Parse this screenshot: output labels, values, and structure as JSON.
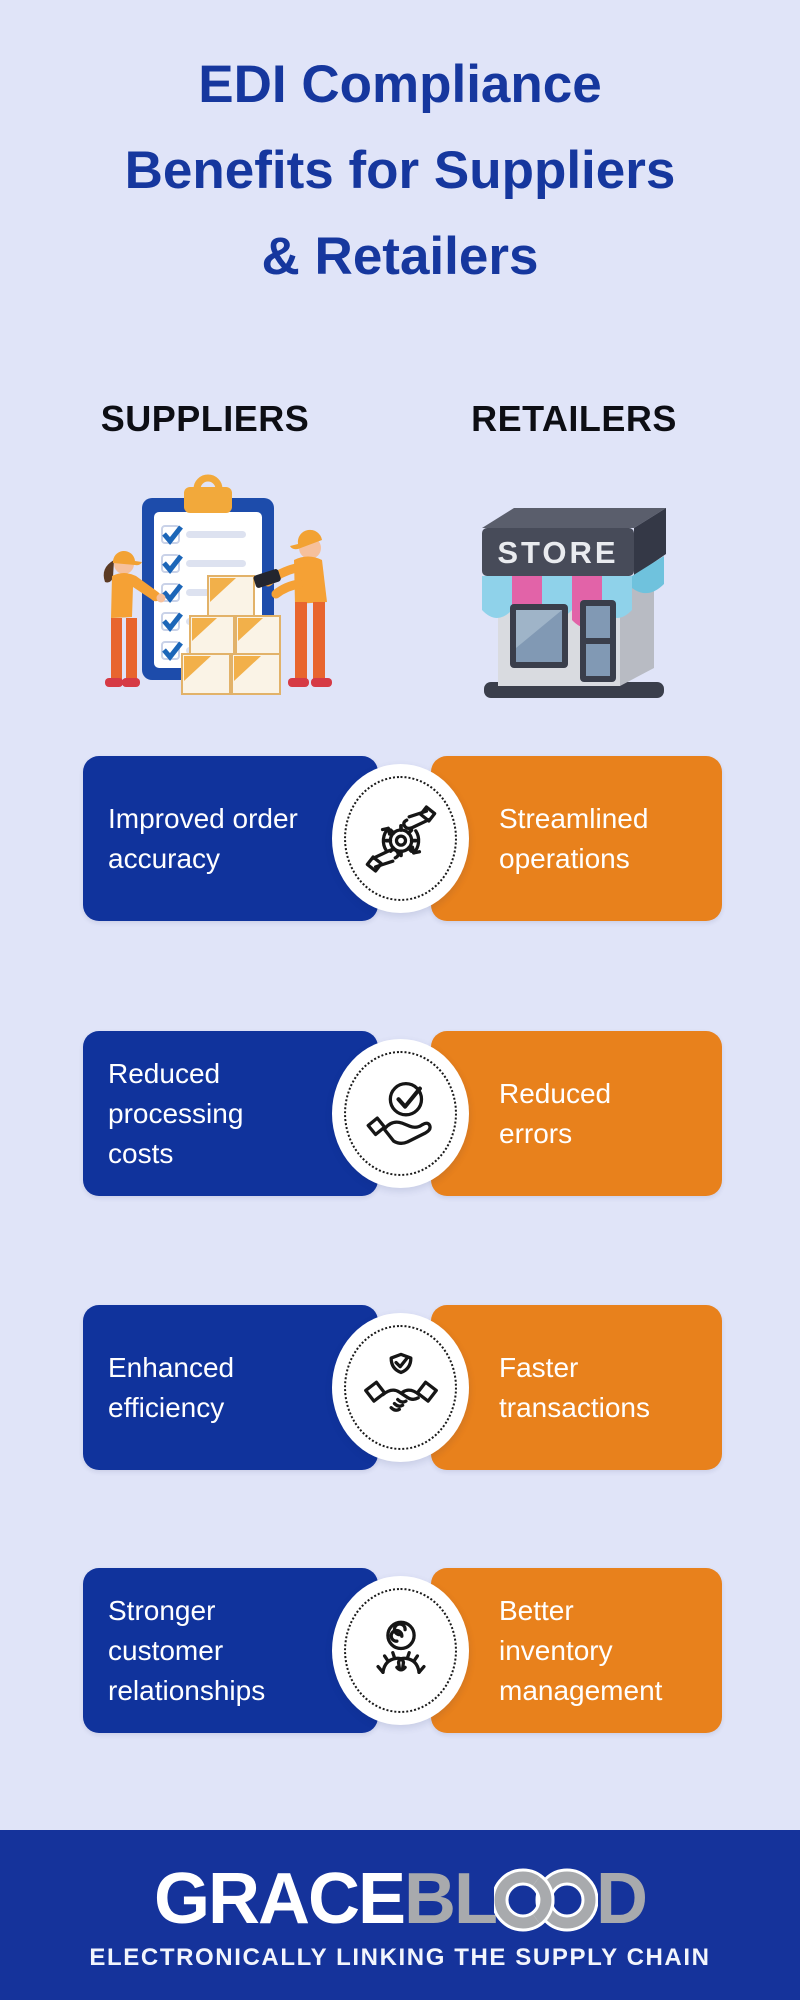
{
  "title": {
    "lines": [
      "EDI Compliance",
      "Benefits for Suppliers",
      "& Retailers"
    ]
  },
  "columns": {
    "suppliers_label": "SUPPLIERS",
    "retailers_label": "RETAILERS"
  },
  "illustrations": {
    "suppliers_alt": "warehouse-workers-with-checklist-and-boxes",
    "retailers_alt": "3d-store-building",
    "store_sign": "STORE"
  },
  "rows": [
    {
      "supplier": "Improved order accuracy",
      "retailer": "Streamlined operations",
      "icon": "hands-gear-cycle"
    },
    {
      "supplier": "Reduced processing costs",
      "retailer": "Reduced errors",
      "icon": "hand-holding-check"
    },
    {
      "supplier": "Enhanced efficiency",
      "retailer": "Faster transactions",
      "icon": "handshake-shield"
    },
    {
      "supplier": "Stronger customer relationships",
      "retailer": "Better inventory management",
      "icon": "hands-holding-chain-link"
    }
  ],
  "footer": {
    "logo_part1": "GRACE",
    "logo_part2": "BL",
    "logo_part3": "D",
    "tagline": "ELECTRONICALLY LINKING THE SUPPLY CHAIN"
  },
  "colors": {
    "background": "#e0e4f8",
    "title_text": "#16379e",
    "header_text": "#0d0e14",
    "supplier_card": "#10339c",
    "retailer_card": "#e8811c",
    "card_text": "#ffffff",
    "footer_bg": "#15339b",
    "logo_grace": "#ffffff",
    "logo_blood": "#a8aaad"
  }
}
